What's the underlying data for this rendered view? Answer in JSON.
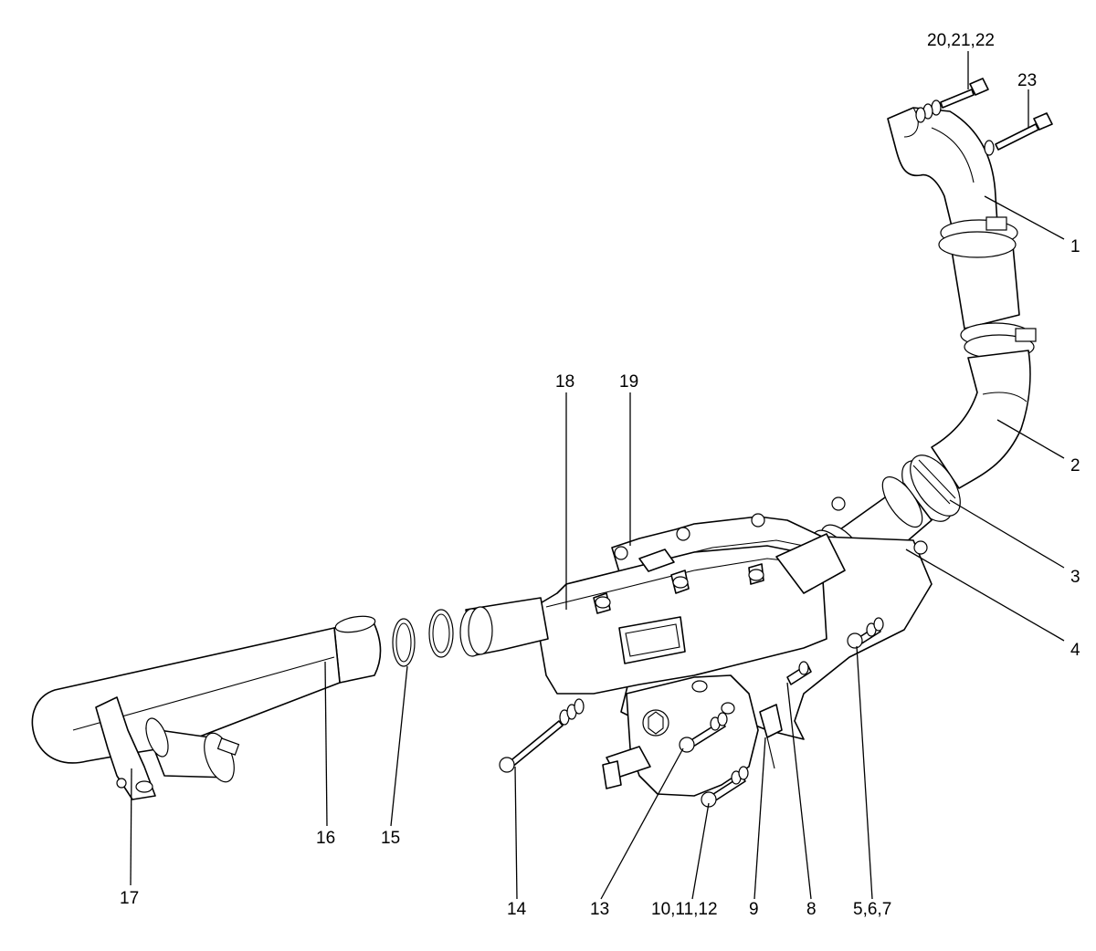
{
  "callouts": {
    "c1": "1",
    "c2": "2",
    "c3": "3",
    "c4": "4",
    "c5": "5,6,7",
    "c8": "8",
    "c9": "9",
    "c10": "10,11,12",
    "c13": "13",
    "c14": "14",
    "c15": "15",
    "c16": "16",
    "c17": "17",
    "c18": "18",
    "c19": "19",
    "c20": "20,21,22",
    "c23": "23"
  },
  "colors": {
    "line": "#000000",
    "background": "#ffffff"
  }
}
